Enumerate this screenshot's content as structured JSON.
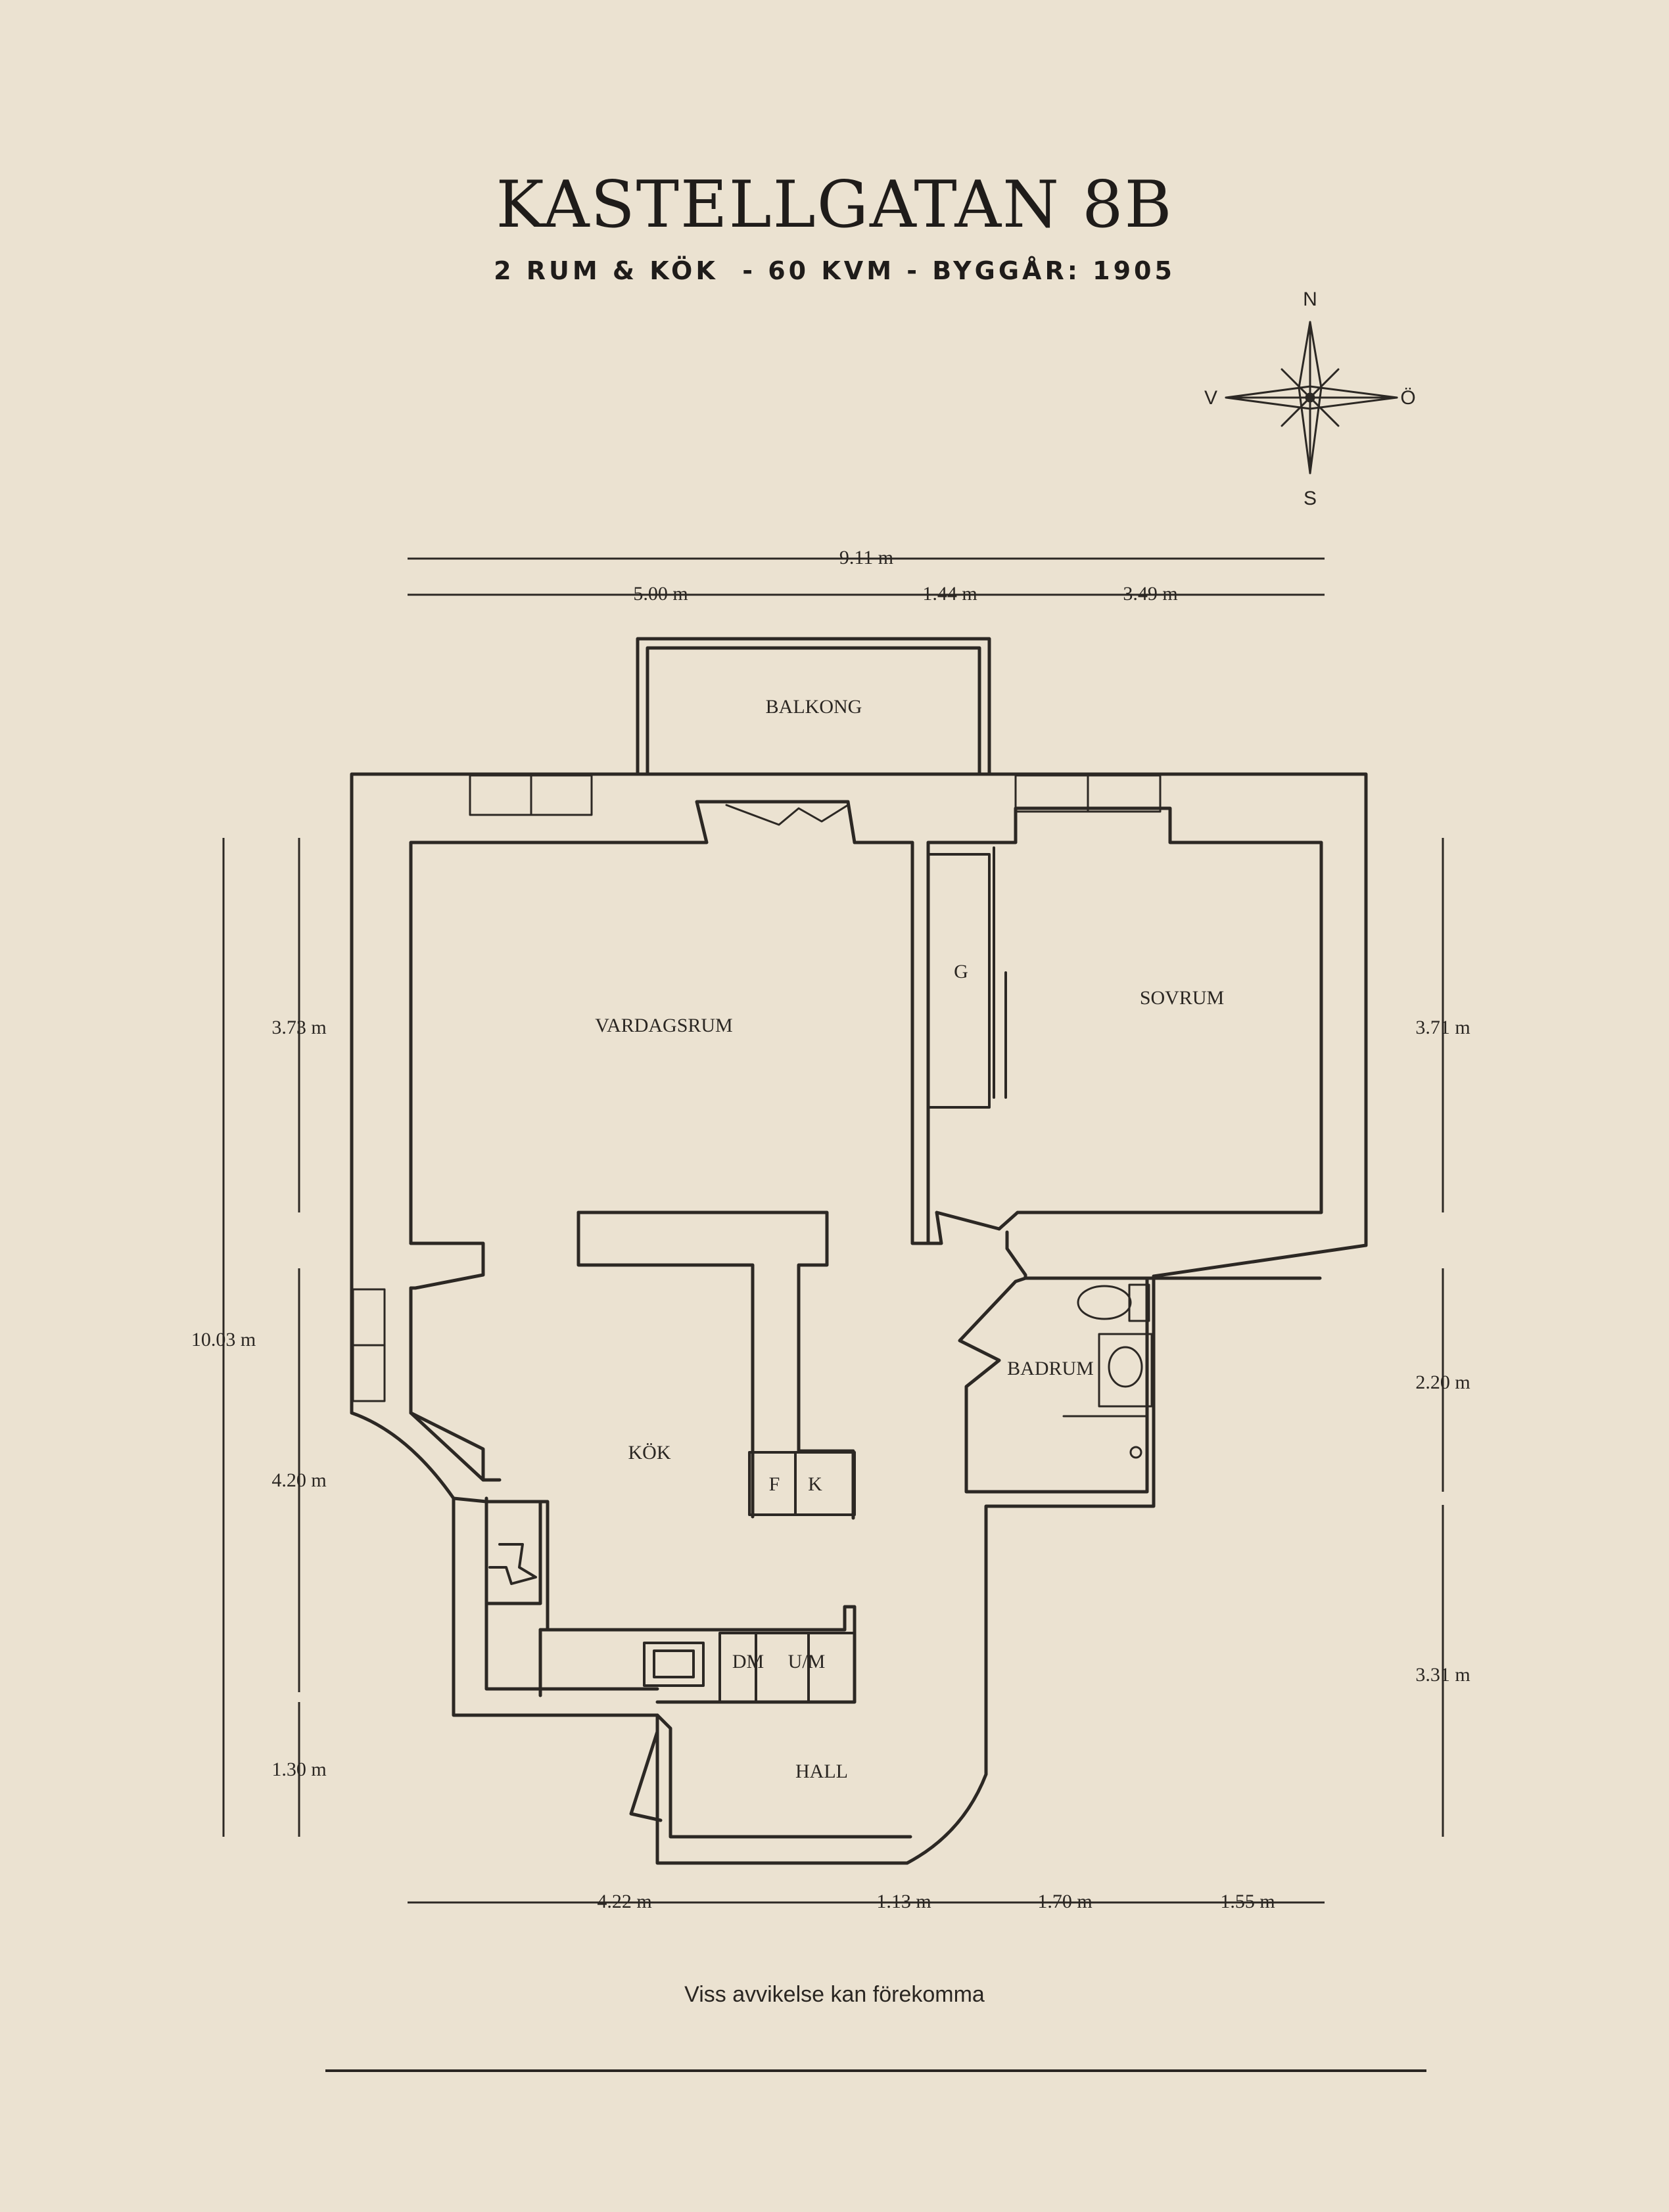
{
  "header": {
    "title": "KASTELLGATAN 8B",
    "subtitle": "2 RUM & KÖK  - 60 KVM - BYGGÅR: 1905"
  },
  "compass": {
    "north": "N",
    "south": "S",
    "west": "V",
    "east": "Ö"
  },
  "rooms": {
    "balcony": "BALKONG",
    "living_room": "VARDAGSRUM",
    "closet": "G",
    "bedroom": "SOVRUM",
    "bathroom": "BADRUM",
    "kitchen": "KÖK",
    "fridge": "F",
    "freezer": "K",
    "dishwasher": "DM",
    "oven": "U/M",
    "hall": "HALL"
  },
  "dimensions": {
    "top_total": "9.11 m",
    "top_left": "5.00 m",
    "top_mid": "1.44 m",
    "top_right": "3.49 m",
    "left_total": "10.03 m",
    "left_upper": "3.73 m",
    "left_middle": "4.20 m",
    "left_lower": "1.30 m",
    "right_upper": "3.71 m",
    "right_middle": "2.20 m",
    "right_lower": "3.31 m",
    "bottom_1": "4.22 m",
    "bottom_2": "1.13 m",
    "bottom_3": "1.70 m",
    "bottom_4": "1.55 m"
  },
  "footer": {
    "disclaimer": "Viss avvikelse kan förekomma"
  }
}
